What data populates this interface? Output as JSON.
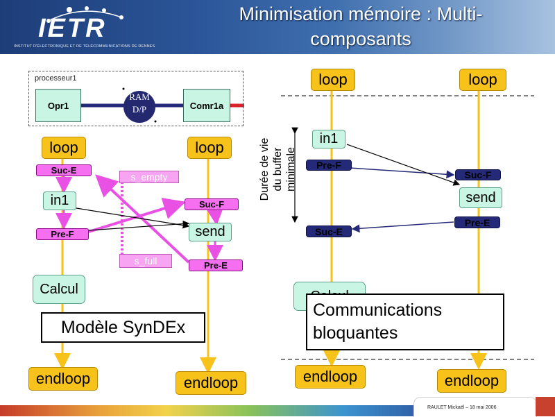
{
  "header": {
    "logo": "IETR",
    "logo_subtitle": "INSTITUT D'ÉLECTRONIQUE ET DE TÉLÉCOMMUNICATIONS DE RENNES",
    "title_line1": "Minimisation mémoire : Multi-",
    "title_line2": "composants"
  },
  "left": {
    "processor_label": "processeur1",
    "opr1": "Opr1",
    "ram_line1": "RAM",
    "ram_line2": "D/P",
    "comr1a": "Comr1a",
    "loop_left": "loop",
    "loop_right": "loop",
    "suc_e": "Suc-E",
    "in1": "in1",
    "pre_f": "Pre-F",
    "calcul": "Calcul",
    "s_empty": "s_empty",
    "s_full": "s_full",
    "suc_f": "Suc-F",
    "send": "send",
    "pre_e": "Pre-E",
    "endloop_left": "endloop",
    "endloop_right": "endloop",
    "note": "Modèle SynDEx"
  },
  "right": {
    "loop_left": "loop",
    "loop_right": "loop",
    "in1": "in1",
    "pre_f": "Pre-F",
    "suc_e": "Suc-E",
    "suc_f": "Suc-F",
    "send": "send",
    "pre_e": "Pre-E",
    "calcul_hidden": "Calcul",
    "duree_line1": "Durée de vie",
    "duree_line2": "du buffer",
    "duree_line3": "minimale",
    "note_line1": "Communications",
    "note_line2": "bloquantes",
    "endloop_left": "endloop",
    "endloop_right": "endloop"
  },
  "footer": {
    "credit": "RAULET Mickaël – 18 mai 2006"
  }
}
